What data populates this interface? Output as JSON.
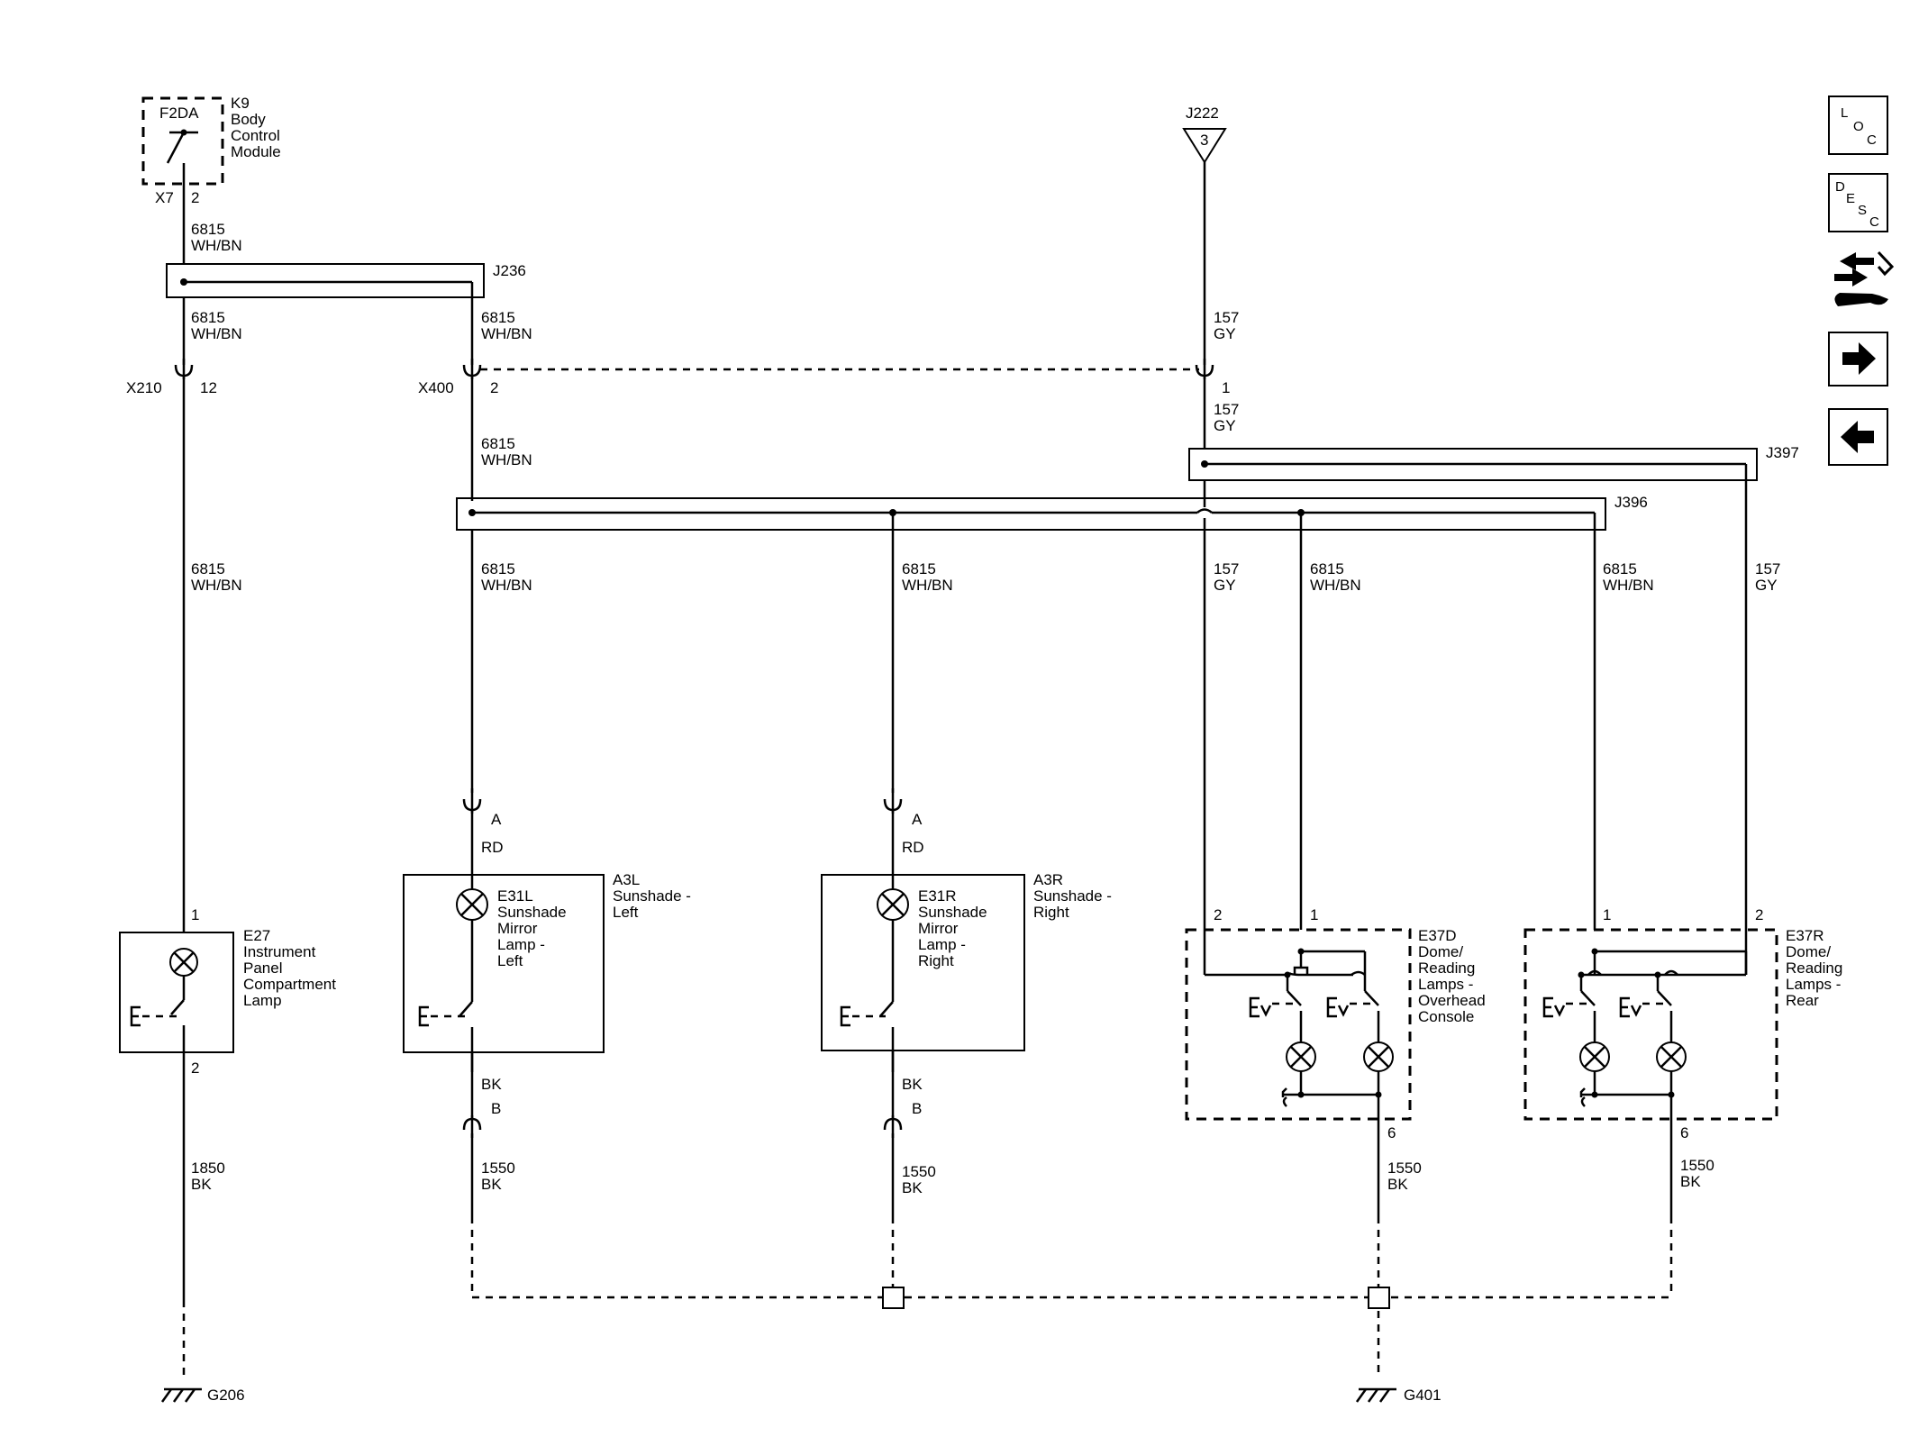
{
  "nav": {
    "loc": [
      "L",
      "O",
      "C"
    ],
    "desc": [
      "D",
      "E",
      "S",
      "C"
    ],
    "icons": [
      "loc-button",
      "desc-button",
      "connector-wrench-icon",
      "arrow-right-icon",
      "arrow-left-icon"
    ]
  },
  "components": {
    "k9": [
      "K9",
      "Body",
      "Control",
      "Module"
    ],
    "f2da": "F2DA",
    "e27": [
      "E27",
      "Instrument",
      "Panel",
      "Compartment",
      "Lamp"
    ],
    "a3l": [
      "A3L",
      "Sunshade -",
      "Left"
    ],
    "e31l": [
      "E31L",
      "Sunshade",
      "Mirror",
      "Lamp -",
      "Left"
    ],
    "a3r": [
      "A3R",
      "Sunshade -",
      "Right"
    ],
    "e31r": [
      "E31R",
      "Sunshade",
      "Mirror",
      "Lamp -",
      "Right"
    ],
    "e37d": [
      "E37D",
      "Dome/",
      "Reading",
      "Lamps -",
      "Overhead",
      "Console"
    ],
    "e37r": [
      "E37R",
      "Dome/",
      "Reading",
      "Lamps -",
      "Rear"
    ]
  },
  "connectors": {
    "x7": "X7",
    "x7_pin": "2",
    "x210": "X210",
    "x210_pin": "12",
    "x400": "X400",
    "x400_pin": "2",
    "j222": "J222",
    "j222_pin": "3",
    "j236": "J236",
    "j396": "J396",
    "j397": "J397",
    "pin_1": "1",
    "pin_2": "2",
    "pin_6": "6",
    "pin_a": "A",
    "pin_b": "B"
  },
  "wires": {
    "c6815": "6815",
    "wh_bn": "WH/BN",
    "c157": "157",
    "gy": "GY",
    "c1850": "1850",
    "c1550": "1550",
    "bk": "BK",
    "rd": "RD"
  },
  "grounds": {
    "g206": "G206",
    "g401": "G401"
  }
}
